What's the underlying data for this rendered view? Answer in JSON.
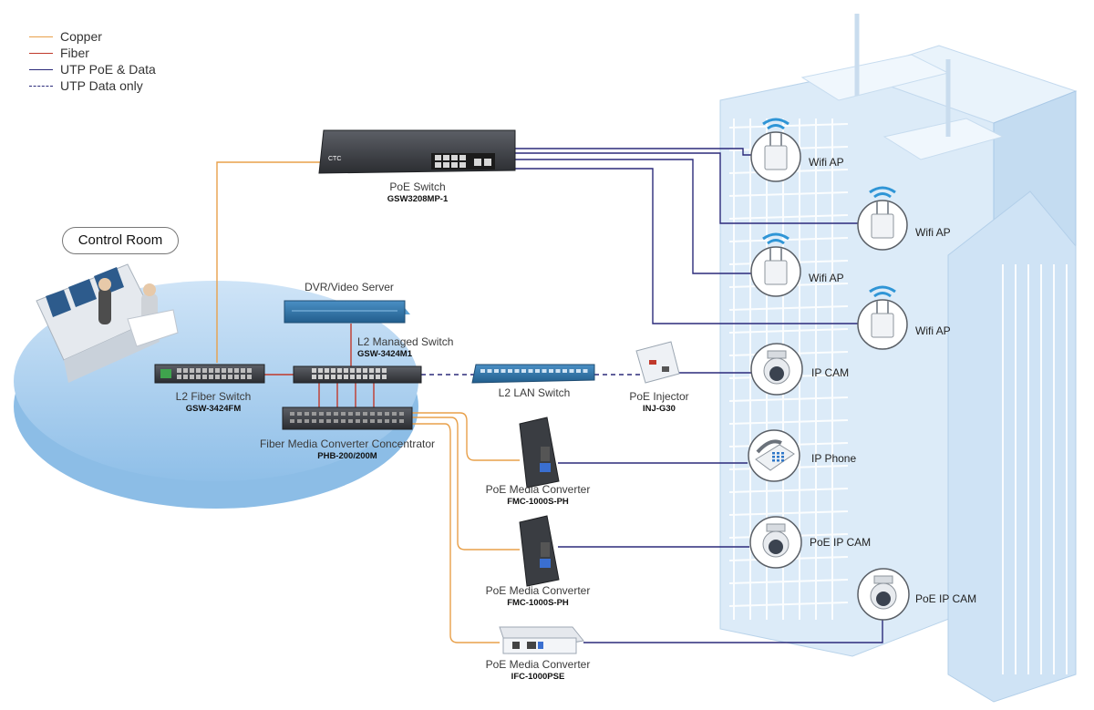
{
  "legend": {
    "items": [
      {
        "label": "Copper",
        "color": "#e8a04a",
        "style": "solid"
      },
      {
        "label": "Fiber",
        "color": "#c0392b",
        "style": "solid"
      },
      {
        "label": "UTP PoE & Data",
        "color": "#2b2a7a",
        "style": "solid"
      },
      {
        "label": "UTP Data only",
        "color": "#2b2a7a",
        "style": "dashed"
      }
    ]
  },
  "control_room": {
    "label": "Control Room"
  },
  "devices": {
    "poe_switch": {
      "name": "PoE Switch",
      "model": "GSW3208MP-1"
    },
    "dvr": {
      "name": "DVR/Video Server"
    },
    "l2_managed": {
      "name": "L2 Managed Switch",
      "model": "GSW-3424M1"
    },
    "l2_fiber": {
      "name": "L2 Fiber Switch",
      "model": "GSW-3424FM"
    },
    "l2_lan": {
      "name": "L2 LAN Switch"
    },
    "poe_injector": {
      "name": "PoE Injector",
      "model": "INJ-G30"
    },
    "fiber_concentrator": {
      "name": "Fiber Media Converter Concentrator",
      "model": "PHB-200/200M"
    },
    "poe_mc1": {
      "name": "PoE Media Converter",
      "model": "FMC-1000S-PH"
    },
    "poe_mc2": {
      "name": "PoE Media Converter",
      "model": "FMC-1000S-PH"
    },
    "poe_mc3": {
      "name": "PoE Media Converter",
      "model": "IFC-1000PSE"
    }
  },
  "endpoints": {
    "wifi1": "Wifi AP",
    "wifi2": "Wifi AP",
    "wifi3": "Wifi AP",
    "wifi4": "Wifi AP",
    "ipcam": "IP CAM",
    "ipphone": "IP Phone",
    "poecam1": "PoE IP CAM",
    "poecam2": "PoE IP CAM"
  },
  "colors": {
    "copper": "#e8a04a",
    "fiber": "#c0392b",
    "utp": "#2b2a7a",
    "platform": "#a9cff0",
    "building": "#d9eaf8"
  },
  "icons": {
    "wifi": "wifi-ap-icon",
    "camera": "dome-camera-icon",
    "phone": "ip-phone-icon"
  }
}
